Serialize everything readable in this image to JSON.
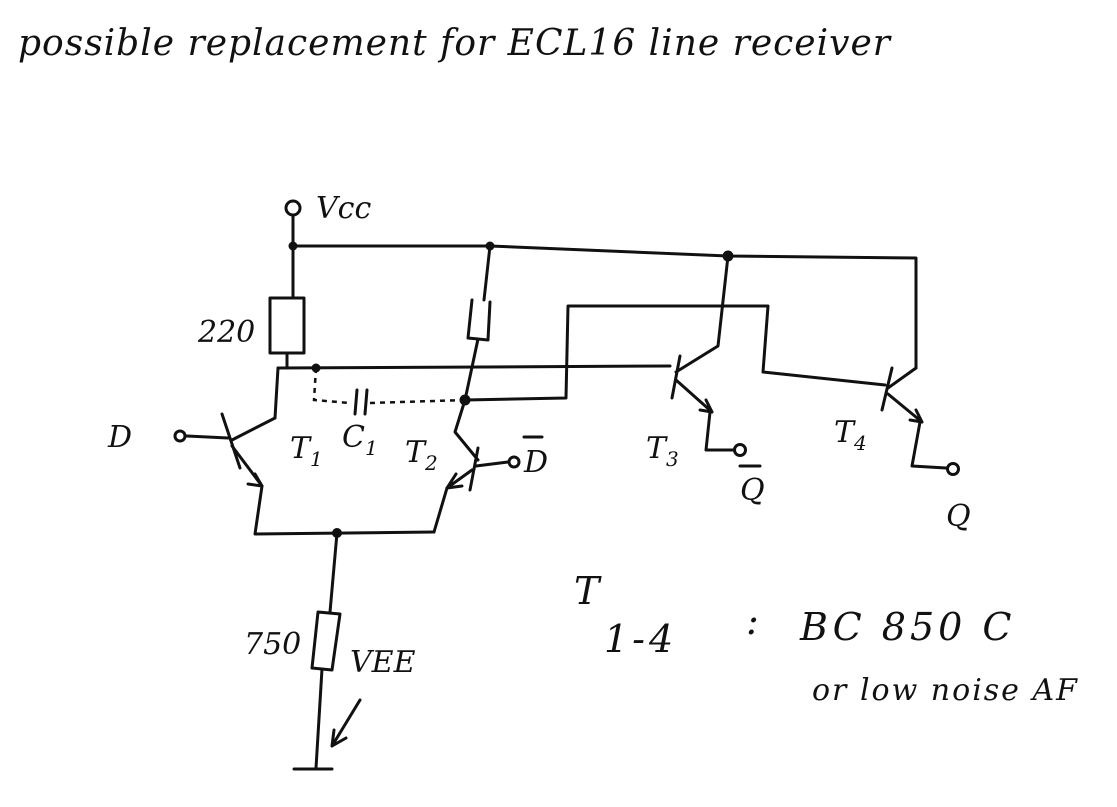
{
  "title": "possible replacement for ECL16 line receiver",
  "labels": {
    "vcc": "Vcc",
    "r1": "220",
    "r3": "750",
    "vee": "VEE",
    "d": "D",
    "dbar": "D",
    "qbar": "Q",
    "q": "Q",
    "c1": "C",
    "c1_sub": "1",
    "t1": "T",
    "t1_sub": "1",
    "t2": "T",
    "t2_sub": "2",
    "t3": "T",
    "t3_sub": "3",
    "t4": "T",
    "t4_sub": "4"
  },
  "notes": {
    "transistor_range_prefix": "T",
    "transistor_range": "1-4",
    "colon": ":",
    "part": "BC 850 C",
    "alternative": "or low noise AF"
  }
}
